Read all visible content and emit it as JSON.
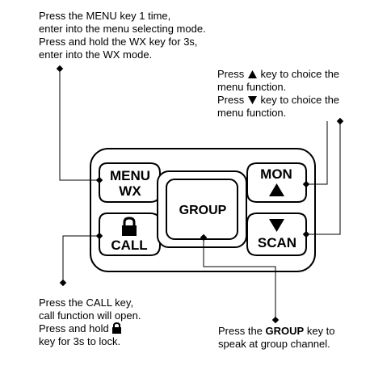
{
  "notes": {
    "menu": {
      "line1": "Press the MENU key 1 time,",
      "line2": "enter into the menu selecting mode.",
      "line3": "Press and hold the WX key for 3s,",
      "line4": "enter into the WX mode."
    },
    "updown": {
      "line1_pre": "Press",
      "line1_post": "key to choice the",
      "line2": "menu function.",
      "line3_pre": "Press",
      "line3_post": "key to choice the",
      "line4": "menu function."
    },
    "call": {
      "line1": "Press the CALL key,",
      "line2": "call function will open.",
      "line3": "Press and hold",
      "line4": "key for 3s to lock."
    },
    "group": {
      "line1_pre": "Press the",
      "line1_key": "GROUP",
      "line1_post": "key to",
      "line2": "speak at group channel."
    }
  },
  "keypad": {
    "menu": "MENU",
    "wx": "WX",
    "mon": "MON",
    "group": "GROUP",
    "call": "CALL",
    "scan": "SCAN"
  },
  "icons": {
    "up": "triangle-up-icon",
    "down": "triangle-down-icon",
    "lock": "padlock-icon"
  }
}
